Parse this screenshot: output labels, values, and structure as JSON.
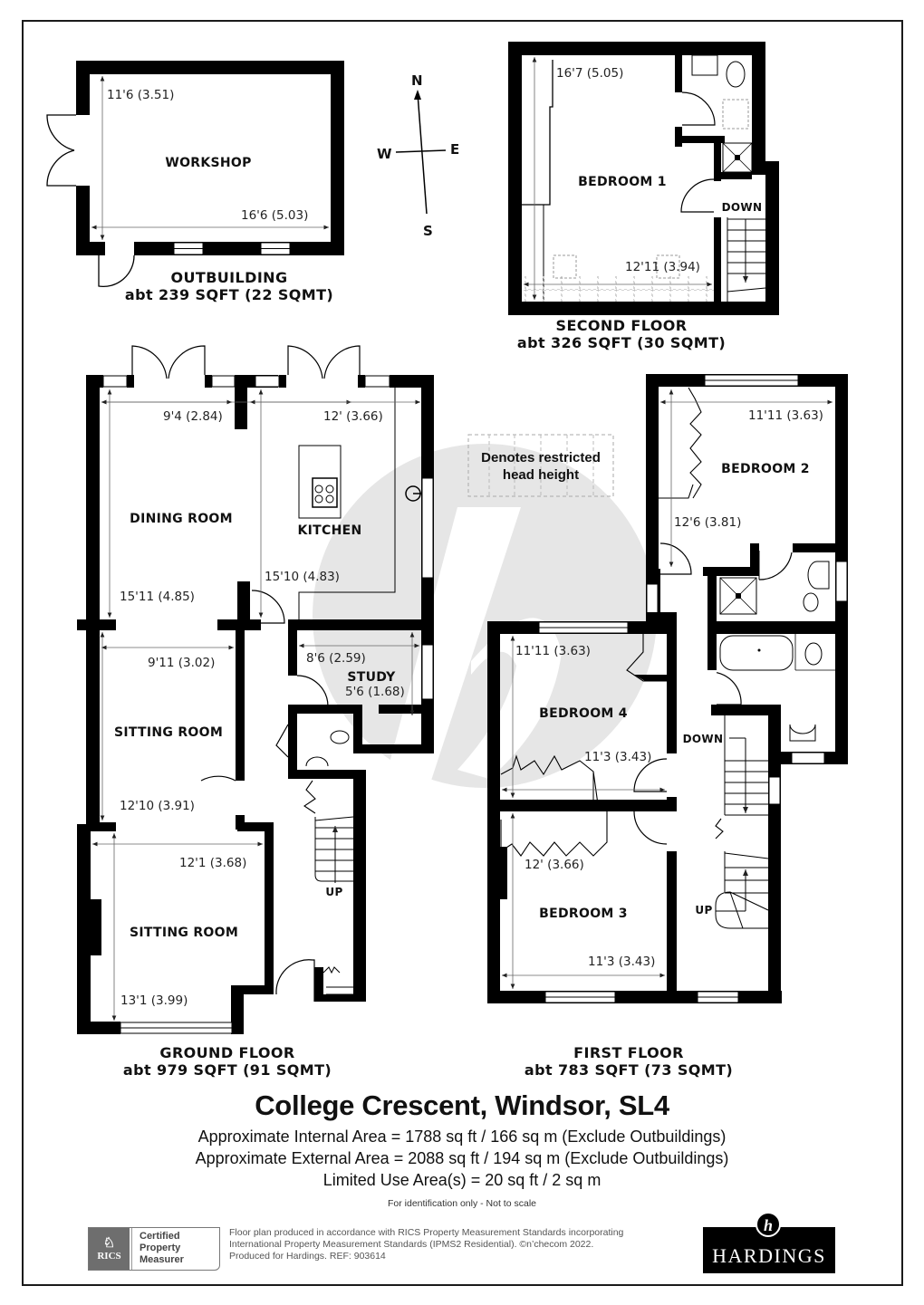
{
  "compass": {
    "north": "N",
    "south": "S",
    "east": "E",
    "west": "W"
  },
  "legend": {
    "restricted_head_height": "Denotes restricted head height"
  },
  "outbuilding": {
    "caption_line1": "OUTBUILDING",
    "caption_line2": "abt 239 SQFT (22 SQMT)",
    "rooms": [
      {
        "name": "WORKSHOP",
        "dims": [
          "11'6 (3.51)",
          "16'6 (5.03)"
        ]
      }
    ]
  },
  "second_floor": {
    "caption_line1": "SECOND FLOOR",
    "caption_line2": "abt 326 SQFT (30 SQMT)",
    "rooms": [
      {
        "name": "BEDROOM 1",
        "dims": [
          "16'7 (5.05)",
          "12'11 (3.94)"
        ]
      }
    ],
    "stairs_label": "DOWN"
  },
  "ground_floor": {
    "caption_line1": "GROUND FLOOR",
    "caption_line2": "abt 979 SQFT (91 SQMT)",
    "rooms": [
      {
        "name": "DINING ROOM",
        "dims": [
          "9'4 (2.84)",
          "15'11 (4.85)"
        ]
      },
      {
        "name": "KITCHEN",
        "dims": [
          "12' (3.66)",
          "15'10 (4.83)"
        ]
      },
      {
        "name": "STUDY",
        "dims": [
          "8'6 (2.59)",
          "5'6 (1.68)"
        ]
      },
      {
        "name": "SITTING ROOM",
        "dims": [
          "9'11 (3.02)",
          "12'10 (3.91)"
        ]
      },
      {
        "name": "SITTING ROOM",
        "dims": [
          "12'1 (3.68)",
          "13'1 (3.99)"
        ]
      }
    ],
    "stairs_label": "UP"
  },
  "first_floor": {
    "caption_line1": "FIRST FLOOR",
    "caption_line2": "abt 783 SQFT (73 SQMT)",
    "rooms": [
      {
        "name": "BEDROOM 2",
        "dims": [
          "11'11 (3.63)",
          "12'6 (3.81)"
        ]
      },
      {
        "name": "BEDROOM 4",
        "dims": [
          "11'11 (3.63)",
          "11'3 (3.43)"
        ]
      },
      {
        "name": "BEDROOM 3",
        "dims": [
          "12' (3.66)",
          "11'3 (3.43)"
        ]
      }
    ],
    "stairs_down_label": "DOWN",
    "stairs_up_label": "UP"
  },
  "summary": {
    "title": "College Crescent, Windsor, SL4",
    "internal_area": "Approximate Internal Area = 1788 sq ft / 166 sq m (Exclude Outbuildings)",
    "external_area": "Approximate External Area = 2088 sq ft / 194 sq m (Exclude Outbuildings)",
    "limited_use": "Limited Use Area(s) = 20 sq ft / 2 sq m",
    "note": "For identification only - Not to scale"
  },
  "footer": {
    "rics_logo": "RICS",
    "cert_line1": "Certified",
    "cert_line2": "Property",
    "cert_line3": "Measurer",
    "text_line1": "Floor plan produced in accordance with RICS Property Measurement Standards incorporating",
    "text_line2": "International Property Measurement Standards (IPMS2 Residential).   ©n’checom 2022.",
    "text_line3": "Produced for Hardings.   REF:  903614",
    "brand": "HARDINGS",
    "brand_monogram": "h"
  },
  "colors": {
    "wall": "#000000",
    "watermark": "#e6e6e6",
    "dim_line": "#555555",
    "window": "#ffffff"
  }
}
